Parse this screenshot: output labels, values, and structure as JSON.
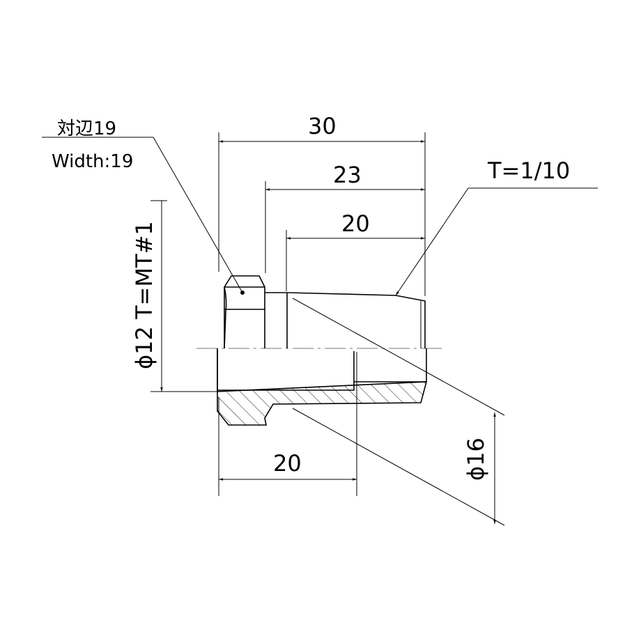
{
  "labels": {
    "width_ja": "対辺19",
    "width_en": "Width:19",
    "dim_overall": "30",
    "dim_23": "23",
    "dim_20_top": "20",
    "taper": "T=1/10",
    "bore": "ϕ12 T=MT#1",
    "dim_20_bottom": "20",
    "outer_dia": "ϕ16"
  }
}
